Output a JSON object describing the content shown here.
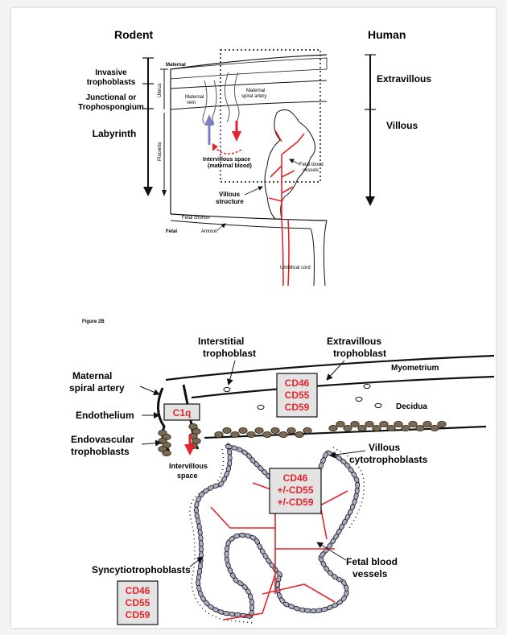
{
  "figure_a": {
    "rodent_title": "Rodent",
    "human_title": "Human",
    "left_layers": {
      "invasive": [
        "Invasive",
        "trophoblasts"
      ],
      "junctional": [
        "Junctional or",
        "Trophospongium"
      ],
      "labyrinth": "Labyrinth"
    },
    "vertical_labels": {
      "uterus": "Uterus",
      "placenta": "Placenta"
    },
    "right_layers": {
      "extravillous": "Extravillous",
      "villous": "Villous"
    },
    "labels": {
      "maternal": "Maternal",
      "maternal_vein": [
        "Maternal",
        "vein"
      ],
      "maternal_spiral_artery": [
        "Maternal",
        "spiral artery"
      ],
      "intervillous_space": [
        "Intervillous space",
        "(maternal blood)"
      ],
      "fetal_blood_vessels": [
        "Fetal blood",
        "vessels"
      ],
      "villous_structure": [
        "Villous",
        "structure"
      ],
      "fetal_chorion": "Fetal chorion",
      "fetal": "Fetal",
      "amnion": "Amnion",
      "umbilical_cord": "Umbilical cord"
    }
  },
  "figure_b_caption": "Figure 2B",
  "figure_b": {
    "labels": {
      "interstitial": [
        "Interstitial",
        "trophoblast"
      ],
      "extravillous": [
        "Extravillous",
        "trophoblast"
      ],
      "maternal_spiral_artery": [
        "Maternal",
        "spiral artery"
      ],
      "myometrium": "Myometrium",
      "endothelium": "Endothelium",
      "decidua": "Decidua",
      "endovascular": [
        "Endovascular",
        "trophoblasts"
      ],
      "intervillous_space": [
        "Intervillous",
        "space"
      ],
      "villous_cytotrophoblasts": [
        "Villous",
        "cytotrophoblasts"
      ],
      "fetal_blood_vessels": [
        "Fetal blood",
        "vessels"
      ],
      "syncytiotrophoblasts": "Syncytiotrophoblasts"
    },
    "boxes": {
      "c1q": "C1q",
      "top": [
        "CD46",
        "CD55",
        "CD59"
      ],
      "middle": [
        "CD46",
        "+/-CD55",
        "+/-CD59"
      ],
      "bottom": [
        "CD46",
        "CD55",
        "CD59"
      ]
    }
  },
  "colors": {
    "maternal_blood": "#e3262c",
    "venous_arrow": "#7b7fc4",
    "cell_fill": "#a9adc4",
    "box_fill": "#e3e3e3"
  }
}
